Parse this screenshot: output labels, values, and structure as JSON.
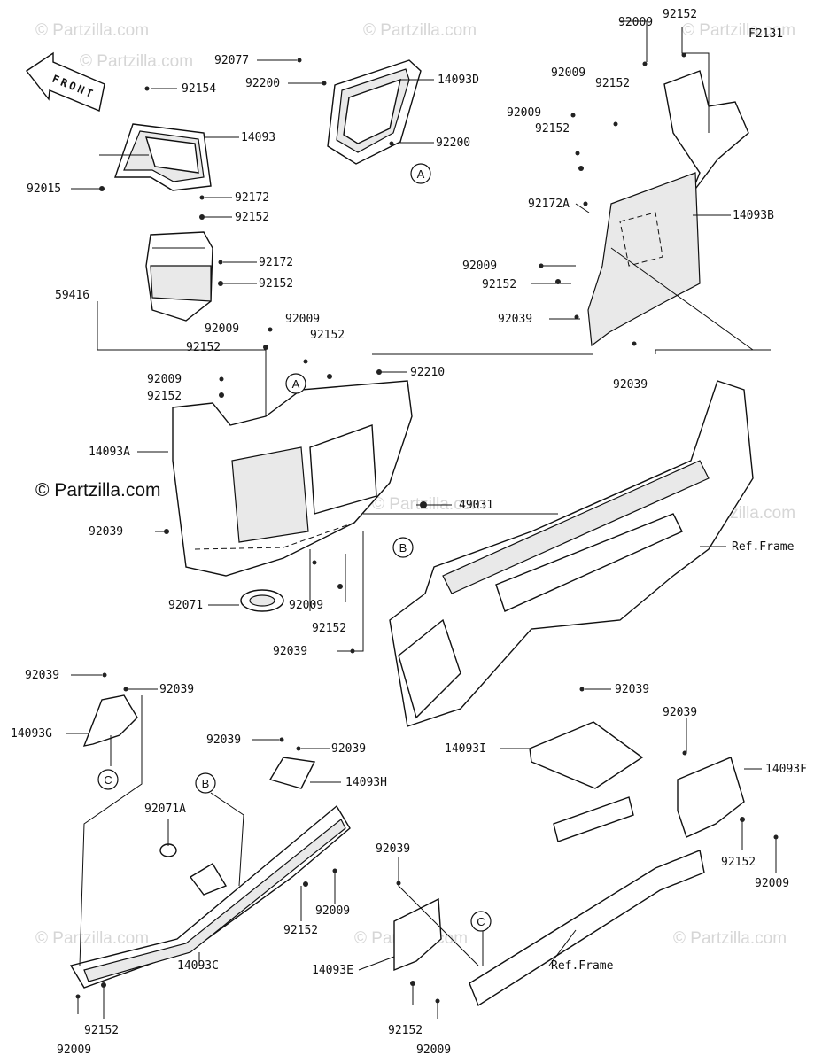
{
  "diagram_id": "F2131",
  "front_label": "FRONT",
  "copyright_notice": "© Partzilla.com",
  "watermark": "© Partzilla.com",
  "circle_refs": [
    "A",
    "A",
    "B",
    "B",
    "C",
    "C"
  ],
  "labels": [
    "92009",
    "92152",
    "92077",
    "92200",
    "14093D",
    "92200",
    "92154",
    "14093",
    "92015",
    "92172",
    "92152",
    "92172",
    "92152",
    "59416",
    "92009",
    "92152",
    "92009",
    "92152",
    "92009",
    "92152",
    "92172A",
    "14093B",
    "92009",
    "92152",
    "92039",
    "92039",
    "92009",
    "92152",
    "92009",
    "92152",
    "92210",
    "14093A",
    "49031",
    "92039",
    "92071",
    "92009",
    "92152",
    "92039",
    "Ref.Frame",
    "92039",
    "92039",
    "14093G",
    "92039",
    "92039",
    "14093H",
    "92039",
    "14093I",
    "92039",
    "14093F",
    "92071A",
    "92152",
    "92009",
    "92152",
    "92009",
    "14093C",
    "92039",
    "14093E",
    "Ref.Frame",
    "92152",
    "92009",
    "92152",
    "92009"
  ]
}
